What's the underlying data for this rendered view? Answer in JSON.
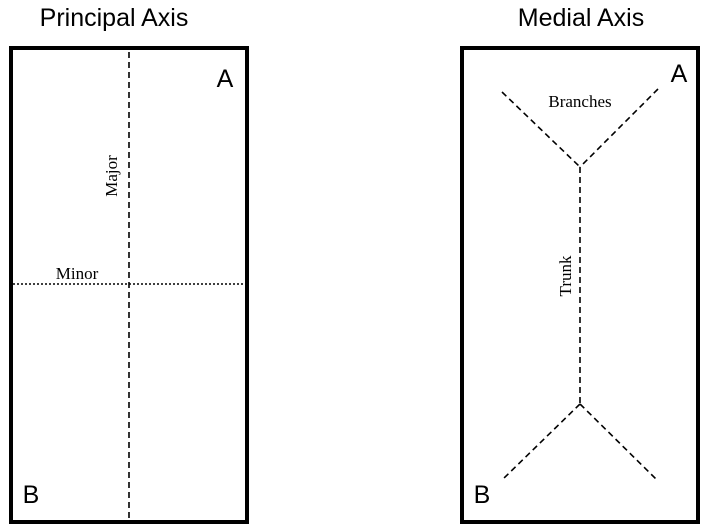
{
  "panels": {
    "principal": {
      "title": "Principal Axis",
      "corner_top_right": "A",
      "corner_bottom_left": "B",
      "major_label": "Major",
      "minor_label": "Minor"
    },
    "medial": {
      "title": "Medial Axis",
      "corner_top_right": "A",
      "corner_bottom_left": "B",
      "branches_label": "Branches",
      "trunk_label": "Trunk"
    }
  },
  "colors": {
    "stroke": "#000000",
    "background": "#ffffff"
  }
}
